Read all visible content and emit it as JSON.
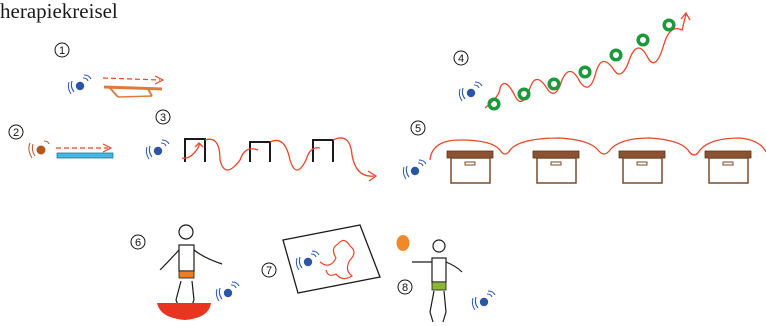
{
  "title": "herapiekreisel",
  "stations": [
    {
      "number": "1",
      "name": "bench-station"
    },
    {
      "number": "2",
      "name": "balance-beam-station"
    },
    {
      "number": "3",
      "name": "hurdle-arches-station"
    },
    {
      "number": "4",
      "name": "ring-slalom-station"
    },
    {
      "number": "5",
      "name": "box-climb-station"
    },
    {
      "number": "6",
      "name": "balance-board-station"
    },
    {
      "number": "7",
      "name": "labyrinth-board-station"
    },
    {
      "number": "8",
      "name": "hand-paddle-station"
    }
  ],
  "colors": {
    "spinning_top": "#2c55a6",
    "orange_top": "#b5561e",
    "path": "#e8452b",
    "bench": "#e07a3c",
    "beam": "#48b6dd",
    "ring": "#1a9a3a",
    "box": "#7a4a2a",
    "box_lid": "#8a5230",
    "board": "#e9351f",
    "belt_orange": "#ef7d22",
    "belt_green": "#8db43b",
    "paddle": "#f0892a",
    "line": "#1a1a1a"
  }
}
